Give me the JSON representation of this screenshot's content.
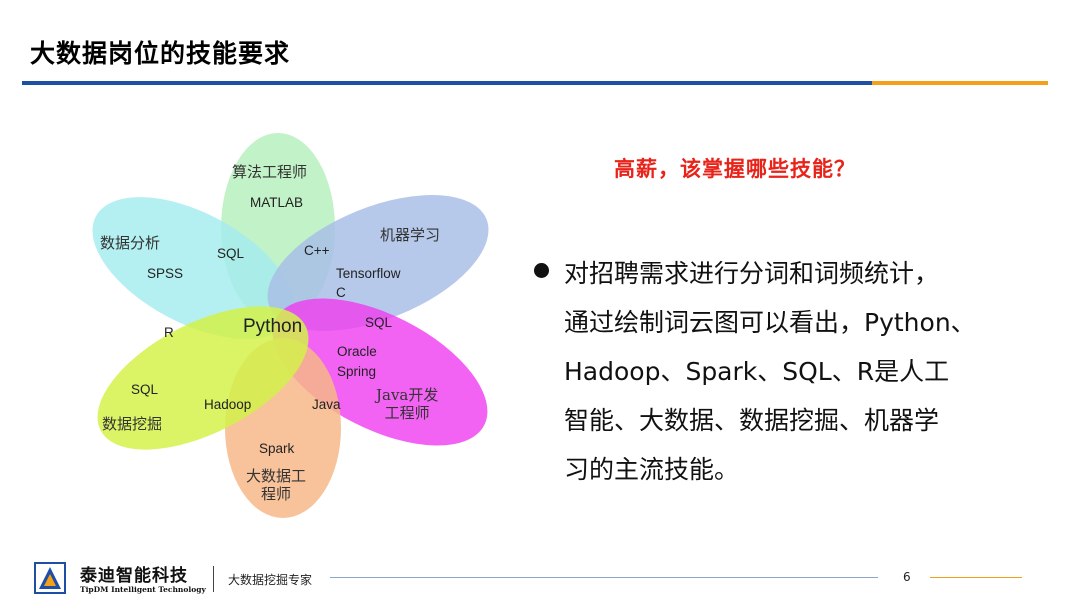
{
  "slide": {
    "title": "大数据岗位的技能要求",
    "question": "高薪，该掌握哪些技能？",
    "bullet_lines": [
      "对招聘需求进行分词和词频统计，",
      "通过绘制词云图可以看出，Python、",
      "Hadoop、Spark、SQL、R是人工",
      "智能、大数据、数据挖掘、机器学",
      "习的主流技能。"
    ],
    "page_number": "6"
  },
  "venn": {
    "petals": [
      {
        "name": "algorithm",
        "color": "#b7f0bd"
      },
      {
        "name": "data-analysis",
        "color": "#a7ecef"
      },
      {
        "name": "machine-learning",
        "color": "#a9bfe6"
      },
      {
        "name": "java-dev",
        "color": "#f03cf0"
      },
      {
        "name": "bigdata-eng",
        "color": "#f7b98a"
      },
      {
        "name": "data-mining",
        "color": "#d4f24a"
      }
    ],
    "center_color": "#a8e6a0",
    "labels": {
      "cat_algorithm": "算法工程师",
      "cat_analysis": "数据分析",
      "cat_ml": "机器学习",
      "cat_java_1": "Java开发",
      "cat_java_2": "工程师",
      "cat_mining": "数据挖掘",
      "cat_bigdata_1": "大数据工",
      "cat_bigdata_2": "程师",
      "matlab": "MATLAB",
      "sql_top": "SQL",
      "cpp": "C++",
      "spss": "SPSS",
      "tensorflow": "Tensorflow",
      "c": "C",
      "r": "R",
      "python": "Python",
      "sql_right": "SQL",
      "oracle": "Oracle",
      "spring": "Spring",
      "sql_left": "SQL",
      "hadoop": "Hadoop",
      "java": "Java",
      "spark": "Spark"
    }
  },
  "footer": {
    "brand_cn": "泰迪智能科技",
    "brand_en": "TipDM Intelligent Technology",
    "slogan": "大数据挖掘专家",
    "logo_icon": "tipdm-logo-icon",
    "colors": {
      "blue": "#1f4fa3",
      "orange": "#f5a01a",
      "red": "#e8231a"
    }
  }
}
